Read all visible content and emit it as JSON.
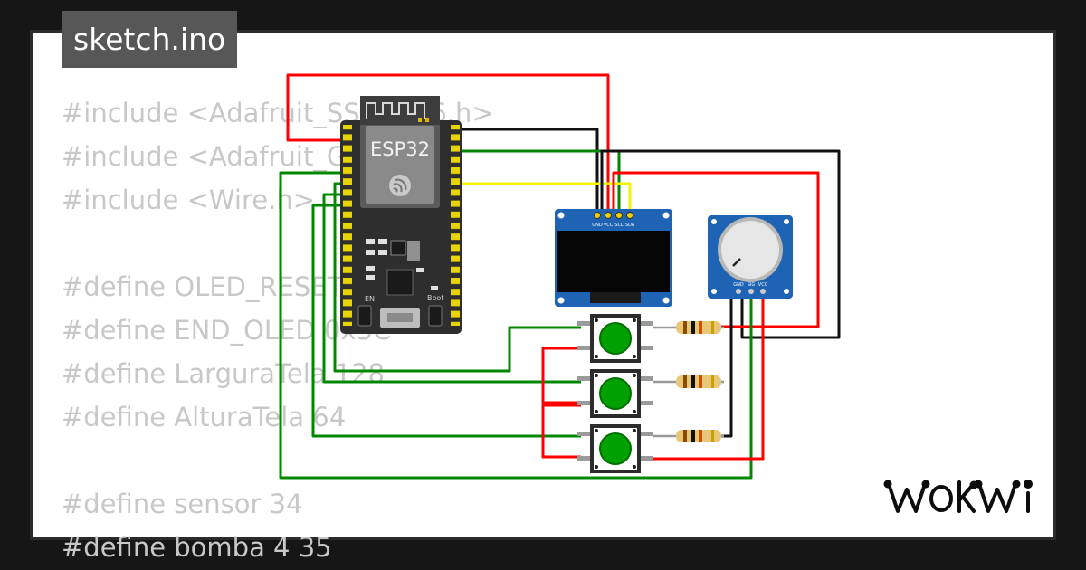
{
  "tab": {
    "filename": "sketch.ino"
  },
  "code_lines": [
    "#include <Adafruit_SSD1306.h>",
    "#include <Adafruit_GFX.h>",
    "#include <Wire.h>",
    "",
    "#define OLED_RESET -1",
    "#define END_OLED 0x3C",
    "#define LarguraTela 128",
    "#define AlturaTela 64",
    "",
    "#define sensor 34",
    "#define bomba 4 35"
  ],
  "board": {
    "chip_label": "ESP32",
    "en_label": "EN",
    "boot_label": "Boot"
  },
  "oled": {
    "pins": [
      "GND",
      "VCC",
      "SCL",
      "SDA"
    ]
  },
  "potentiometer": {
    "pins": [
      "GND",
      "SIG",
      "VCC"
    ]
  },
  "buttons": [
    {
      "color": "#00a000"
    },
    {
      "color": "#00a000"
    },
    {
      "color": "#00a000"
    }
  ],
  "resistors": [
    {},
    {},
    {}
  ],
  "brand": {
    "name": "WOKWI"
  },
  "colors": {
    "wire_red": "#ff0000",
    "wire_green": "#008800",
    "wire_black": "#111111",
    "wire_yellow": "#f4f400",
    "board_body": "#2e2e2e",
    "oled_pcb": "#1f63b5",
    "code_text": "#c8c8c8"
  }
}
